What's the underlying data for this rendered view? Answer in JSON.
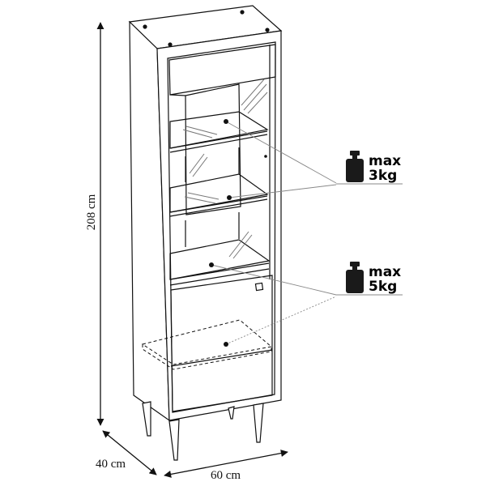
{
  "dimensions": {
    "height": "208 cm",
    "depth": "40 cm",
    "width": "60 cm"
  },
  "weight_labels": [
    {
      "line1": "max",
      "line2": "3kg"
    },
    {
      "line1": "max",
      "line2": "5kg"
    }
  ],
  "colors": {
    "line": "#111111",
    "glass": "#777777",
    "leader": "#888888",
    "weight_icon": "#1a1a1a"
  }
}
